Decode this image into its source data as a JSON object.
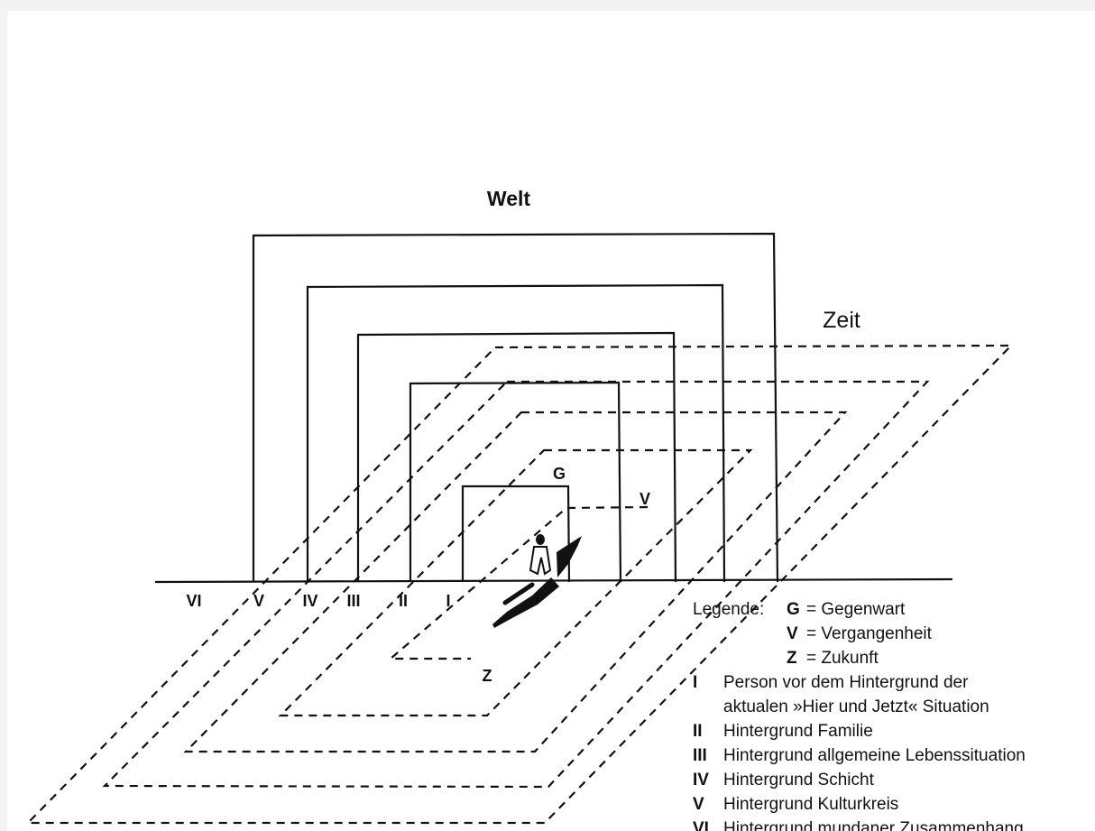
{
  "diagram": {
    "title_world": "Welt",
    "title_time": "Zeit",
    "label_present": "G",
    "label_past": "V",
    "label_future": "Z",
    "levels": [
      "VI",
      "V",
      "IV",
      "III",
      "II",
      "I"
    ]
  },
  "legend": {
    "heading": "Legende:",
    "time_keys": [
      {
        "key": "G",
        "text": "= Gegenwart"
      },
      {
        "key": "V",
        "text": "= Vergangenheit"
      },
      {
        "key": "Z",
        "text": "= Zukunft"
      }
    ],
    "items": [
      {
        "num": "I",
        "lines": [
          "Person vor dem Hintergrund der",
          "aktualen »Hier und Jetzt« Situation"
        ]
      },
      {
        "num": "II",
        "lines": [
          "Hintergrund Familie"
        ]
      },
      {
        "num": "III",
        "lines": [
          "Hintergrund allgemeine Lebenssituation"
        ]
      },
      {
        "num": "IV",
        "lines": [
          "Hintergrund Schicht"
        ]
      },
      {
        "num": "V",
        "lines": [
          "Hintergrund Kulturkreis"
        ]
      },
      {
        "num": "VI",
        "lines": [
          "Hintergrund mundaner Zusammenhang"
        ]
      }
    ]
  }
}
